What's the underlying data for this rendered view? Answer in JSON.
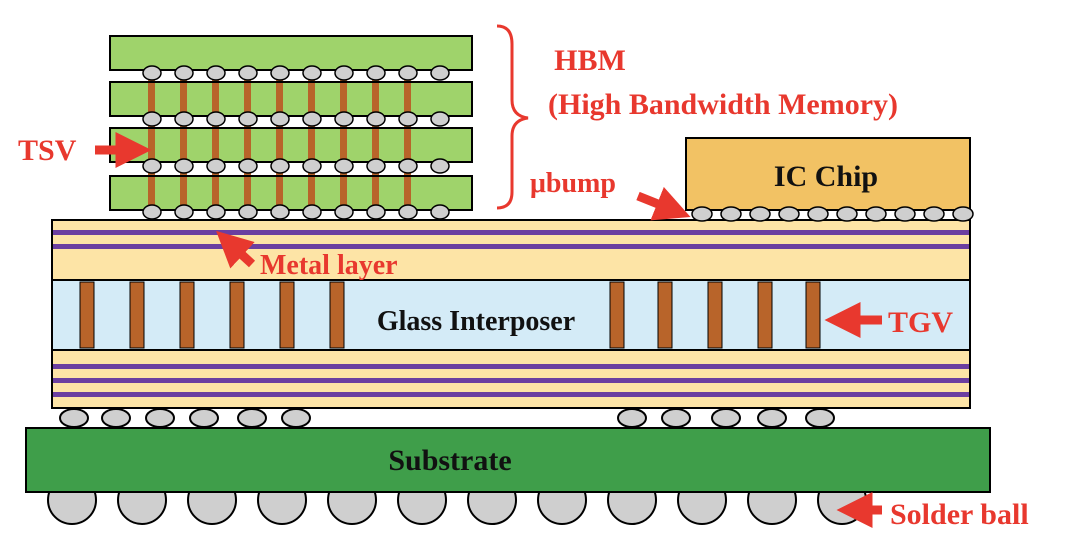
{
  "labels": {
    "hbm": "HBM",
    "hbm_full": "(High Bandwidth Memory)",
    "tsv": "TSV",
    "ubump": "μbump",
    "ic_chip": "IC Chip",
    "metal_layer": "Metal layer",
    "glass_interposer": "Glass Interposer",
    "tgv": "TGV",
    "substrate": "Substrate",
    "solder_ball": "Solder ball"
  },
  "colors": {
    "hbm_die": "#9fd36b",
    "tsv_via": "#b8642a",
    "bump": "#cfcfcf",
    "ic_chip": "#f2c264",
    "metal_layer_bg": "#fde4a6",
    "metal_line": "#6b3fa0",
    "glass": "#d4ebf7",
    "tgv_via": "#b8642a",
    "substrate": "#3f9e4a",
    "solder": "#cfcfcf",
    "label_red": "#e8382e",
    "outline": "#000000"
  }
}
